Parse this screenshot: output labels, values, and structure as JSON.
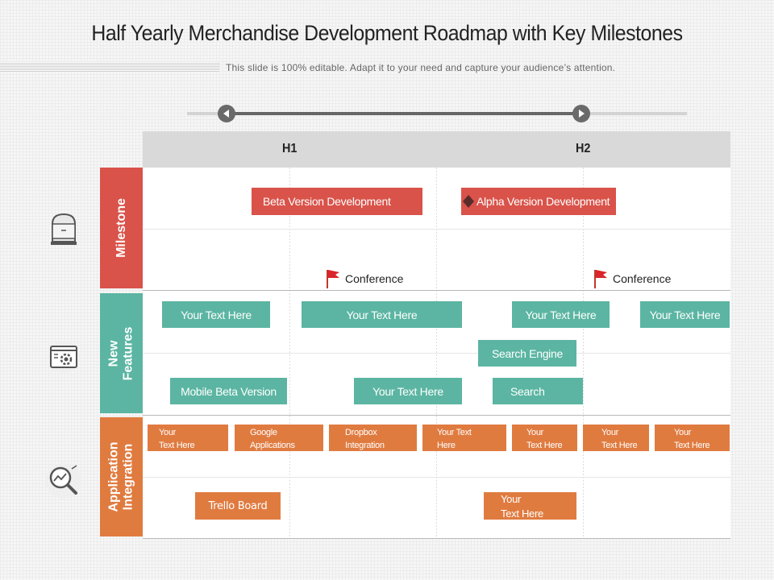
{
  "title": "Half Yearly Merchandise Development Roadmap with Key Milestones",
  "subtitle": "This slide is 100% editable. Adapt it to your need and capture your audience’s attention.",
  "colors": {
    "milestone": "#d9534a",
    "new_features": "#5bb5a2",
    "application_integration": "#e07b40",
    "header": "#d9d9d9",
    "timeline": "#666666"
  },
  "timeline": {
    "left_icon": "play-left-icon",
    "right_icon": "play-right-icon"
  },
  "halves": [
    "H1",
    "H2"
  ],
  "rows": {
    "milestone": {
      "label": "Milestone",
      "icon": "server-icon",
      "bars": [
        "Beta Version Development",
        "Alpha Version Development"
      ],
      "events": [
        "Conference",
        "Conference"
      ]
    },
    "new_features": {
      "label_line1": "New",
      "label_line2": "Features",
      "icon": "gear-window-icon",
      "bars": [
        "Your Text Here",
        "Your Text Here",
        "Your Text Here",
        "Your Text Here",
        "Search Engine",
        "Mobile Beta Version",
        "Your Text Here",
        "Search"
      ]
    },
    "application_integration": {
      "label_line1": "Application",
      "label_line2": "Integration",
      "icon": "magnifier-chart-icon",
      "bars": [
        [
          "Your",
          "Text Here"
        ],
        [
          "Google",
          "Applications"
        ],
        [
          "Dropbox",
          "Integration"
        ],
        [
          "Your Text",
          "Here"
        ],
        [
          "Your",
          "Text Here"
        ],
        [
          "Your",
          "Text Here"
        ],
        [
          "Your",
          "Text Here"
        ]
      ],
      "lower_bars": [
        "Trello Board",
        [
          "Your",
          "Text Here"
        ]
      ]
    }
  }
}
